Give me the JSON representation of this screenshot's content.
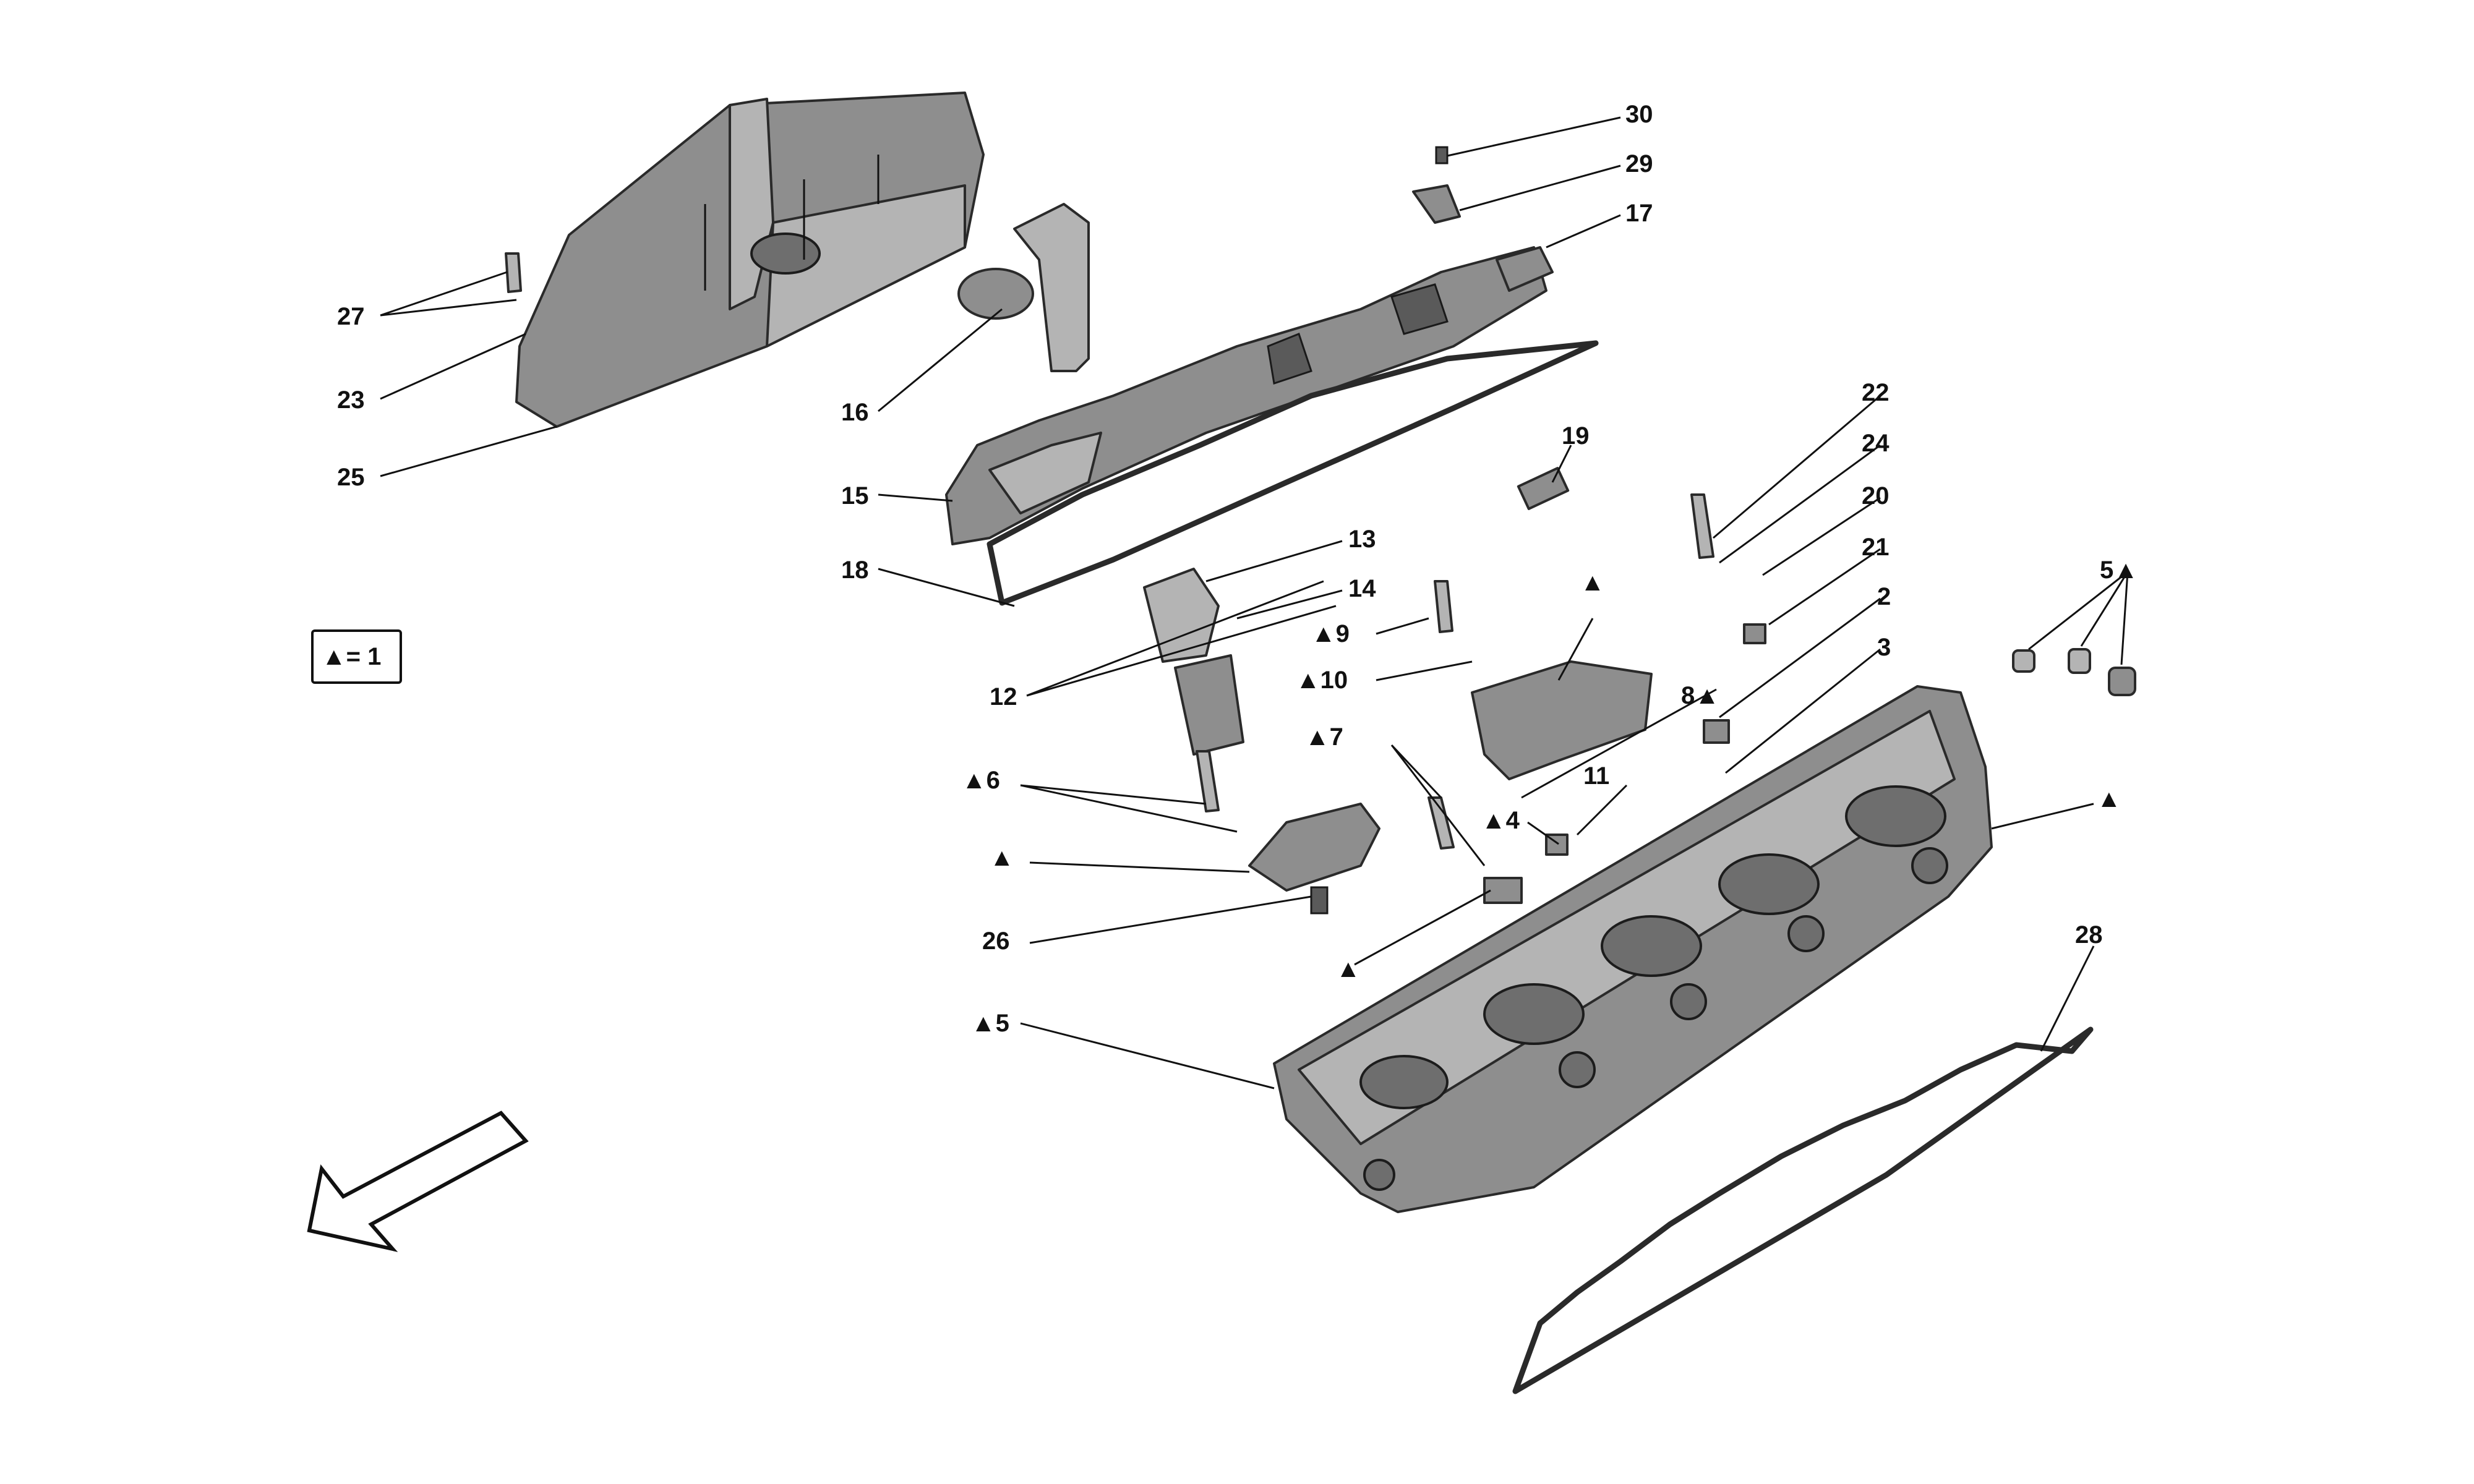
{
  "legend": {
    "symbol": "▲",
    "text": "▲= 1"
  },
  "callouts": {
    "c30": "30",
    "c29": "29",
    "c17": "17",
    "c27": "27",
    "c23": "23",
    "c25": "25",
    "c16": "16",
    "c15": "15",
    "c18": "18",
    "c19": "19",
    "c22": "22",
    "c24": "24",
    "c20": "20",
    "c21": "21",
    "c2": "2",
    "c3": "3",
    "c5a": "5▲",
    "c13": "13",
    "c14": "14",
    "c12": "12",
    "c9": "▲9",
    "c10": "▲10",
    "c8": "8▲",
    "c7": "▲7",
    "c6": "▲6",
    "c11": "11",
    "c4": "▲4",
    "ctri1": "▲",
    "ctri2": "▲",
    "ctri3": "▲",
    "ctri4": "▲",
    "c26": "26",
    "c5b": "▲5",
    "c28": "28"
  },
  "parts": {
    "p25": "engine-cover-shield",
    "p15": "valve-cover",
    "p18": "valve-cover-gasket",
    "p16": "oil-filler-cap",
    "p17": "breather-fitting",
    "p29": "sensor",
    "p30": "screw",
    "p12": "variator-solenoid-valve",
    "p19": "plug",
    "pHead": "cylinder-head",
    "p28": "cylinder-head-gasket",
    "p8": "cam-cover-block",
    "pCap": "bearing-cap",
    "p26": "dowel-pin",
    "p5": "plugs",
    "arrow": "direction-arrow"
  }
}
